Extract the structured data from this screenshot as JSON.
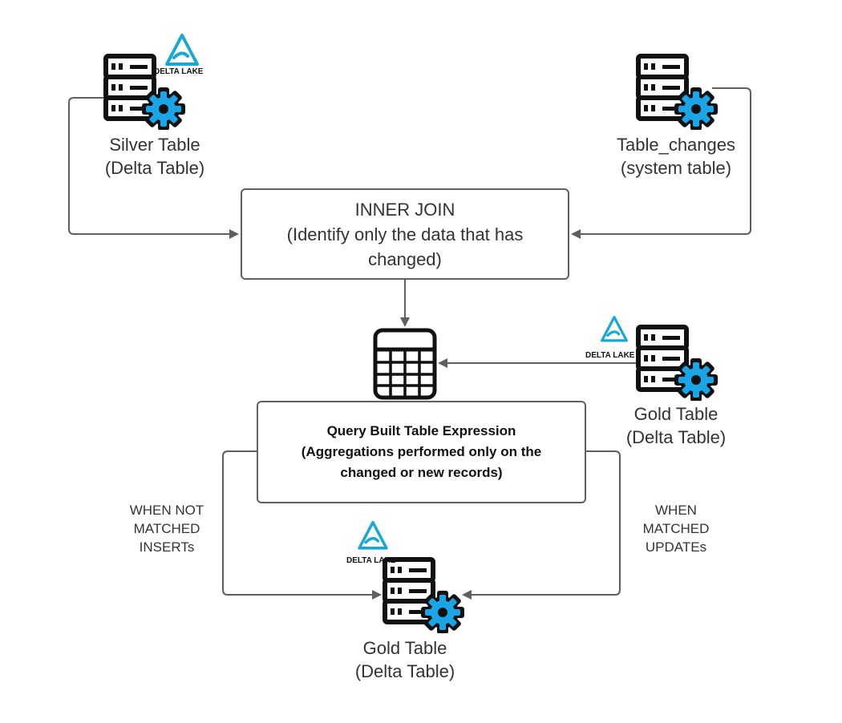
{
  "nodes": {
    "silver_table": {
      "label_line1": "Silver Table",
      "label_line2": "(Delta Table)"
    },
    "table_changes": {
      "label_line1": "Table_changes",
      "label_line2": "(system table)"
    },
    "inner_join": {
      "title": "INNER JOIN",
      "desc_line1": "(Identify only the data that has",
      "desc_line2": "changed)"
    },
    "gold_table_source": {
      "label_line1": "Gold Table",
      "label_line2": "(Delta Table)"
    },
    "query": {
      "line1": "Query Built Table Expression",
      "line2": "(Aggregations performed only on the",
      "line3": "changed or new records)"
    },
    "gold_table_target": {
      "label_line1": "Gold Table",
      "label_line2": "(Delta Table)"
    }
  },
  "edges": {
    "not_matched": {
      "line1": "WHEN NOT",
      "line2": "MATCHED",
      "line3": "INSERTs"
    },
    "matched": {
      "line1": "WHEN",
      "line2": "MATCHED",
      "line3": "UPDATEs"
    }
  },
  "logos": {
    "delta_lake": "DELTA LAKE"
  },
  "icons": {
    "database_server": "server-gear-icon",
    "table_grid": "table-grid-icon",
    "delta_lake_logo": "delta-lake-logo"
  },
  "colors": {
    "gear": "#1aa6e6",
    "delta_logo": "#18a8d8",
    "line": "#5f5f5f",
    "text": "#333333"
  }
}
